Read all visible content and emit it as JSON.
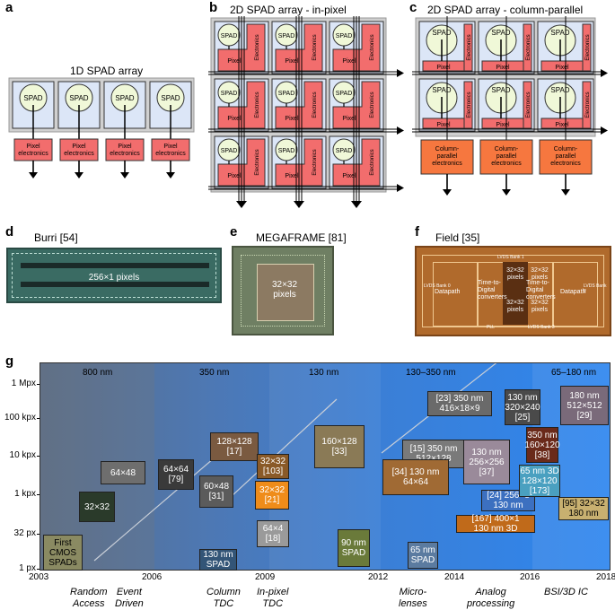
{
  "panels": {
    "a": {
      "letter": "a",
      "title": "1D SPAD array",
      "spad": "SPAD",
      "elec": "Pixel\nelectronics"
    },
    "b": {
      "letter": "b",
      "title": "2D SPAD array - in-pixel",
      "spad": "SPAD",
      "pixel": "Pixel",
      "electronics": "Electronics"
    },
    "c": {
      "letter": "c",
      "title": "2D SPAD array - column-parallel",
      "spad": "SPAD",
      "pixel": "Pixel",
      "electronics": "Electronics",
      "col": "Column-\nparallel\nelectronics"
    },
    "d": {
      "letter": "d",
      "title": "Burri [54]",
      "label": "256×1 pixels"
    },
    "e": {
      "letter": "e",
      "title": "MEGAFRAME [81]",
      "label": "32×32\npixels"
    },
    "f": {
      "letter": "f",
      "title": "Field [35]",
      "labels": [
        "Datapath",
        "Time-to-Digital converters",
        "32×32 pixels",
        "32×32 pixels",
        "32×32 pixels",
        "32×32 pixels",
        "Time-to-Digital converters",
        "Datapath"
      ],
      "small": [
        "LVDS Bank 1",
        "LVDS Bank 0",
        "PLL",
        "LVDS Bank 3",
        "LVDS Bank 2"
      ]
    },
    "g": {
      "letter": "g"
    }
  },
  "timeline": {
    "nodes": [
      "800 nm",
      "350 nm",
      "130 nm",
      "130–350 nm",
      "65–180 nm"
    ],
    "y_ticks": [
      "1 Mpx",
      "100 kpx",
      "10 kpx",
      "1 kpx",
      "32 px",
      "1 px"
    ],
    "x_ticks": [
      "2003",
      "2006",
      "2009",
      "2012",
      "2014",
      "2016",
      "2018"
    ],
    "eras": [
      "Random\nAccess",
      "Event\nDriven",
      "Column\nTDC",
      "In-pixel\nTDC",
      "Micro-\nlenses",
      "Analog\nprocessing",
      "BSI/3D IC"
    ],
    "chips": [
      {
        "label": "First\nCMOS\nSPADs"
      },
      {
        "label": "32×32"
      },
      {
        "label": "64×48"
      },
      {
        "label": "64×64\n[79]"
      },
      {
        "label": "60×48\n[31]"
      },
      {
        "label": "128×128\n[17]"
      },
      {
        "label": "130 nm\nSPAD"
      },
      {
        "label": "32×32\n[103]"
      },
      {
        "label": "32×32\n[21]"
      },
      {
        "label": "64×4\n[18]"
      },
      {
        "label": "160×128\n[33]"
      },
      {
        "label": "90 nm\nSPAD"
      },
      {
        "label": "[15]   350 nm\n512×128"
      },
      {
        "label": "[23]   350 nm\n416×18×9"
      },
      {
        "label": "[34]   130 nm\n64×64"
      },
      {
        "label": "65 nm\nSPAD"
      },
      {
        "label": "130 nm\n256×256\n[37]"
      },
      {
        "label": "[24]   256×8\n130 nm"
      },
      {
        "label": "[167]   400×1\n130 nm 3D"
      },
      {
        "label": "130 nm\n320×240\n[25]"
      },
      {
        "label": "350 nm\n160×120\n[38]"
      },
      {
        "label": "65 nm 3D\n128×120\n[173]"
      },
      {
        "label": "180 nm\n512×512\n[29]"
      },
      {
        "label": "[95]   32×32\n180 nm"
      }
    ]
  }
}
